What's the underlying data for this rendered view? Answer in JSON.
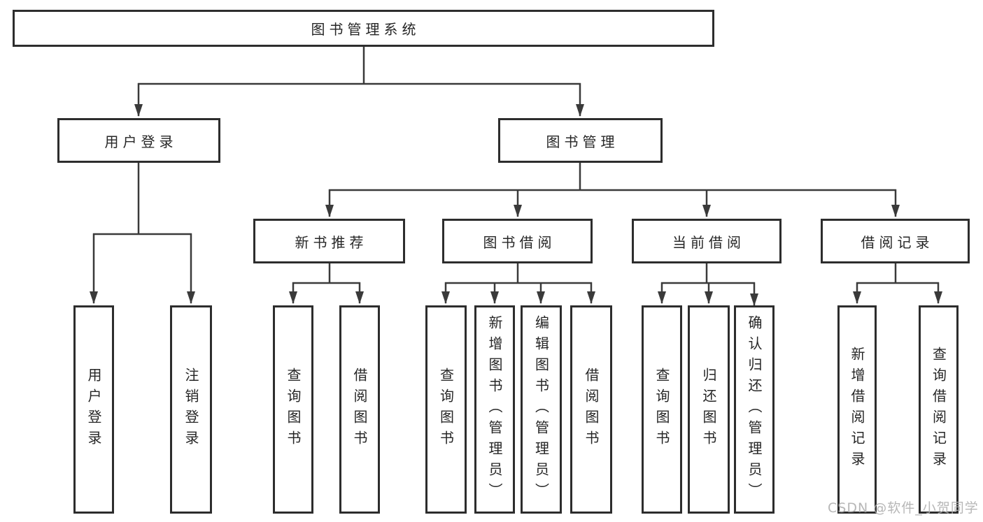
{
  "diagram": {
    "type": "hierarchy-tree",
    "root": {
      "label": "图书管理系统"
    },
    "branches": [
      {
        "label": "用户登录",
        "children": [
          {
            "label": "用户登录"
          },
          {
            "label": "注销登录"
          }
        ]
      },
      {
        "label": "图书管理",
        "children": [
          {
            "label": "新书推荐",
            "children": [
              {
                "label": "查询图书"
              },
              {
                "label": "借阅图书"
              }
            ]
          },
          {
            "label": "图书借阅",
            "children": [
              {
                "label": "查询图书"
              },
              {
                "label": "新增图书（管理员）"
              },
              {
                "label": "编辑图书（管理员）"
              },
              {
                "label": "借阅图书"
              }
            ]
          },
          {
            "label": "当前借阅",
            "children": [
              {
                "label": "查询图书"
              },
              {
                "label": "归还图书"
              },
              {
                "label": "确认归还（管理员）"
              }
            ]
          },
          {
            "label": "借阅记录",
            "children": [
              {
                "label": "新增借阅记录"
              },
              {
                "label": "查询借阅记录"
              }
            ]
          }
        ]
      }
    ]
  },
  "watermark": {
    "text": "CSDN @软件_小贺同学"
  },
  "colors": {
    "background": "#ffffff",
    "box_border": "#2d2d2d",
    "connector_line": "#3a3a3a",
    "text": "#262626",
    "watermark_text": "#afafaf"
  }
}
